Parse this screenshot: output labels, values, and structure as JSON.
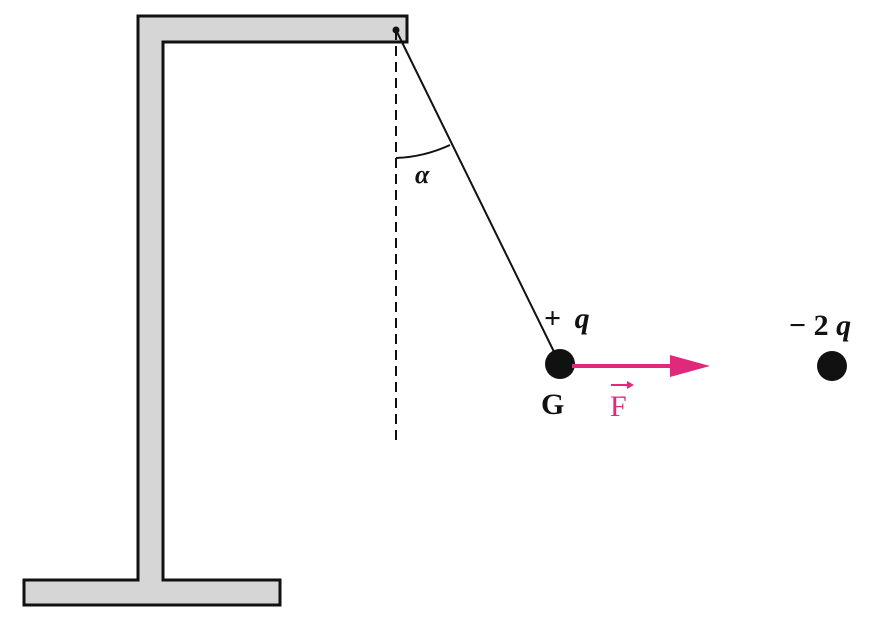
{
  "labels": {
    "angle": "α",
    "charge_plus_sign": "+",
    "charge_plus_symbol": "q",
    "charge_minus_prefix": "− 2",
    "charge_minus_symbol": "q",
    "center_of_mass": "G",
    "force": "F"
  },
  "colors": {
    "frame_fill": "#d6d6d6",
    "ink": "#111111",
    "force": "#e0297a"
  }
}
